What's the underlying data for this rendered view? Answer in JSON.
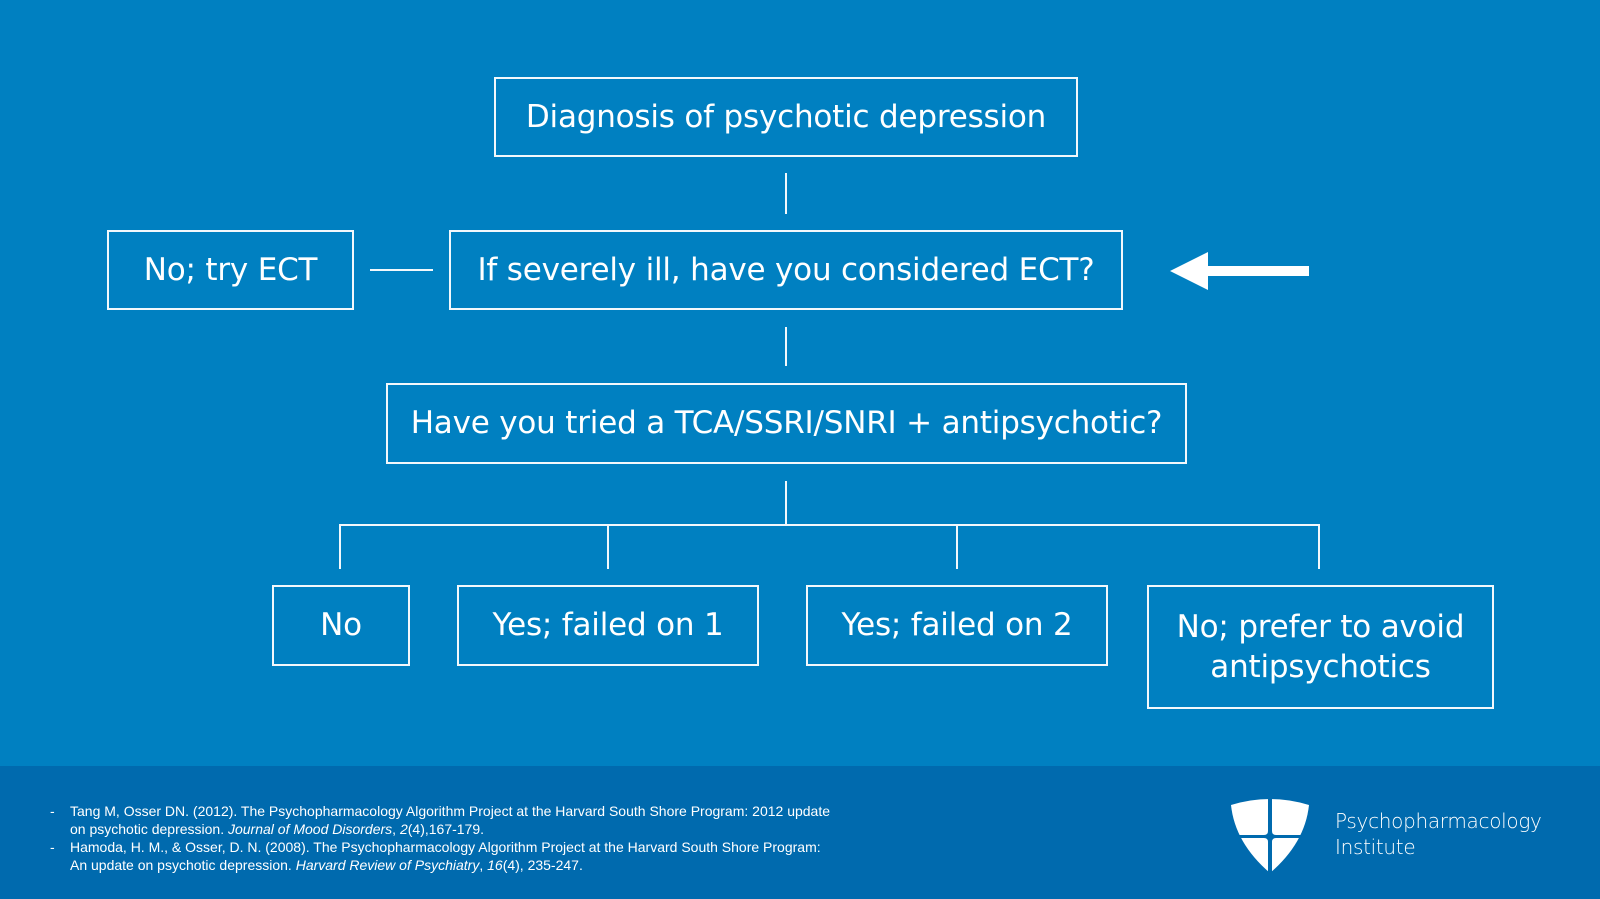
{
  "flowchart": {
    "nodes": {
      "diagnosis": "Diagnosis of psychotic depression",
      "ect_question": "If severely ill, have you considered ECT?",
      "no_try_ect": "No; try ECT",
      "tca_question": "Have you tried a TCA/SSRI/SNRI + antipsychotic?",
      "outcomes": [
        {
          "label": "No"
        },
        {
          "label": "Yes; failed on 1"
        },
        {
          "label": "Yes; failed on 2"
        },
        {
          "label_line1": "No; prefer to avoid",
          "label_line2": "antipsychotics"
        }
      ]
    },
    "pointer_icon": "left-arrow-icon",
    "colors": {
      "background": "#0080c1",
      "footer": "#006aae",
      "lines": "#f2f8fc"
    }
  },
  "footer": {
    "references": [
      {
        "bullet": "-",
        "line1": "Tang M, Osser DN. (2012). The Psychopharmacology Algorithm Project at the Harvard South Shore Program: 2012 update",
        "line2_pre": "on psychotic depression. ",
        "line2_italic": "Journal of Mood Disorders",
        "line2_mid": ", ",
        "line2_italic2": "2",
        "line2_post": "(4),167-179."
      },
      {
        "bullet": "-",
        "line1": "Hamoda, H. M., & Osser, D. N. (2008). The Psychopharmacology Algorithm Project at the Harvard South Shore Program:",
        "line2_pre": "An update on psychotic depression. ",
        "line2_italic": "Harvard Review of Psychiatry",
        "line2_mid": ", ",
        "line2_italic2": "16",
        "line2_post": "(4), 235-247."
      }
    ],
    "brand": {
      "line1": "Psychopharmacology",
      "line2": "Institute",
      "logo_icon": "shield-cross-icon"
    }
  }
}
